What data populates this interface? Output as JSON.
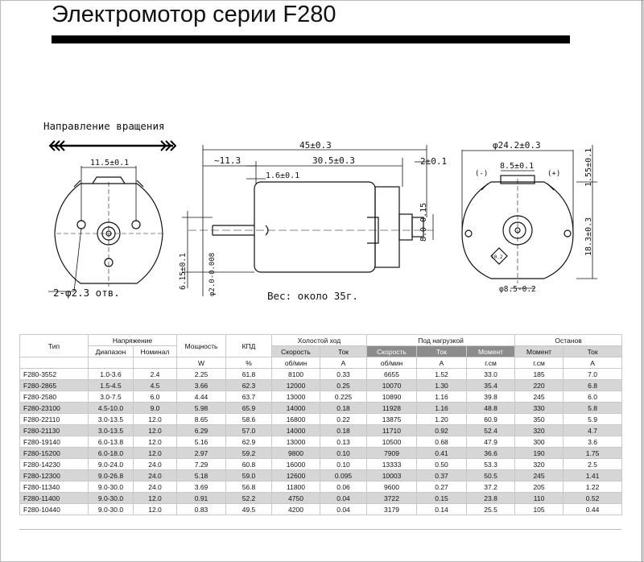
{
  "header": {
    "title": "Электромотор серии F280"
  },
  "drawing": {
    "rotation_label": "Направление вращения",
    "holes_label": "2-φ2.3 отв.",
    "weight_label": "Вес: около 35г.",
    "dims": {
      "d_11_5": "11.5±0.1",
      "d_6_15": "6.15±0.1",
      "d_2_0": "φ2.0-0.008",
      "d_45": "45±0.3",
      "d_11_3": "~11.3",
      "d_1_6": "1.6±0.1",
      "d_30_5": "30.5±0.3",
      "d_2": "2±0.1",
      "d_8_0": "8.0-0.15",
      "d_24_2": "φ24.2±0.3",
      "d_8_5": "8.5±0.1",
      "d_1_55": "1.55±0.1",
      "d_18_3": "18.3±0.3",
      "d_8_5b": "φ8.5-0.2",
      "minus": "(-)",
      "plus": "(+)",
      "box": "10.2"
    }
  },
  "table": {
    "h_type": "Тип",
    "h_voltage": "Напряжение",
    "h_power": "Мощность",
    "h_eff": "КПД",
    "h_noload": "Холостой ход",
    "h_load": "Под нагрузкой",
    "h_stall": "Останов",
    "h_range": "Диапазон",
    "h_nominal": "Номинал",
    "h_speed": "Скорость",
    "h_current": "Ток",
    "h_speed2": "Скорость",
    "h_current2": "Ток",
    "h_torque": "Момент",
    "h_torque2": "Момент",
    "h_current3": "Ток",
    "u_power": "W",
    "u_eff": "%",
    "u_speed": "об/мин",
    "u_current": "A",
    "u_speed2": "об/мин",
    "u_current2": "A",
    "u_torque": "г.см",
    "u_torque2": "г.см",
    "u_current3": "A",
    "rows": [
      [
        "F280-3552",
        "1.0-3.6",
        "2.4",
        "2.25",
        "61.8",
        "8100",
        "0.33",
        "6655",
        "1.52",
        "33.0",
        "185",
        "7.0"
      ],
      [
        "F280-2865",
        "1.5-4.5",
        "4.5",
        "3.66",
        "62.3",
        "12000",
        "0.25",
        "10070",
        "1.30",
        "35.4",
        "220",
        "6.8"
      ],
      [
        "F280-2580",
        "3.0-7.5",
        "6.0",
        "4.44",
        "63.7",
        "13000",
        "0.225",
        "10890",
        "1.16",
        "39.8",
        "245",
        "6.0"
      ],
      [
        "F280-23100",
        "4.5-10.0",
        "9.0",
        "5.98",
        "65.9",
        "14000",
        "0.18",
        "11928",
        "1.16",
        "48.8",
        "330",
        "5.8"
      ],
      [
        "F280-22110",
        "3.0-13.5",
        "12.0",
        "8.65",
        "58.6",
        "16800",
        "0.22",
        "13875",
        "1.20",
        "60.9",
        "350",
        "5.9"
      ],
      [
        "F280-21130",
        "3.0-13.5",
        "12.0",
        "6.29",
        "57.0",
        "14000",
        "0.18",
        "11710",
        "0.92",
        "52.4",
        "320",
        "4.7"
      ],
      [
        "F280-19140",
        "6.0-13.8",
        "12.0",
        "5.16",
        "62.9",
        "13000",
        "0.13",
        "10500",
        "0.68",
        "47.9",
        "300",
        "3.6"
      ],
      [
        "F280-15200",
        "6.0-18.0",
        "12.0",
        "2.97",
        "59.2",
        "9800",
        "0.10",
        "7909",
        "0.41",
        "36.6",
        "190",
        "1.75"
      ],
      [
        "F280-14230",
        "9.0-24.0",
        "24.0",
        "7.29",
        "60.8",
        "16000",
        "0.10",
        "13333",
        "0.50",
        "53.3",
        "320",
        "2.5"
      ],
      [
        "F280-12300",
        "9.0-26.8",
        "24.0",
        "5.18",
        "59.0",
        "12600",
        "0.095",
        "10003",
        "0.37",
        "50.5",
        "245",
        "1.41"
      ],
      [
        "F280-11340",
        "9.0-30.0",
        "24.0",
        "3.69",
        "56.8",
        "11800",
        "0.06",
        "9600",
        "0.27",
        "37.2",
        "205",
        "1.22"
      ],
      [
        "F280-11400",
        "9.0-30.0",
        "12.0",
        "0.91",
        "52.2",
        "4750",
        "0.04",
        "3722",
        "0.15",
        "23.8",
        "110",
        "0.52"
      ],
      [
        "F280-10440",
        "9.0-30.0",
        "12.0",
        "0.83",
        "49.5",
        "4200",
        "0.04",
        "3179",
        "0.14",
        "25.5",
        "105",
        "0.44"
      ]
    ]
  }
}
